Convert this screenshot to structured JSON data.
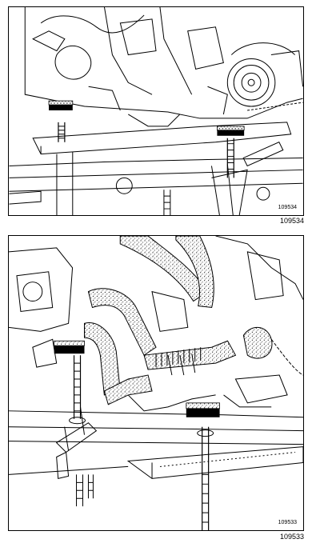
{
  "figures": [
    {
      "inner_ref": "109534",
      "caption_ref": "109534",
      "icon": "engine-support-illustration"
    },
    {
      "inner_ref": "109533",
      "caption_ref": "109533",
      "icon": "engine-hoses-illustration"
    }
  ]
}
